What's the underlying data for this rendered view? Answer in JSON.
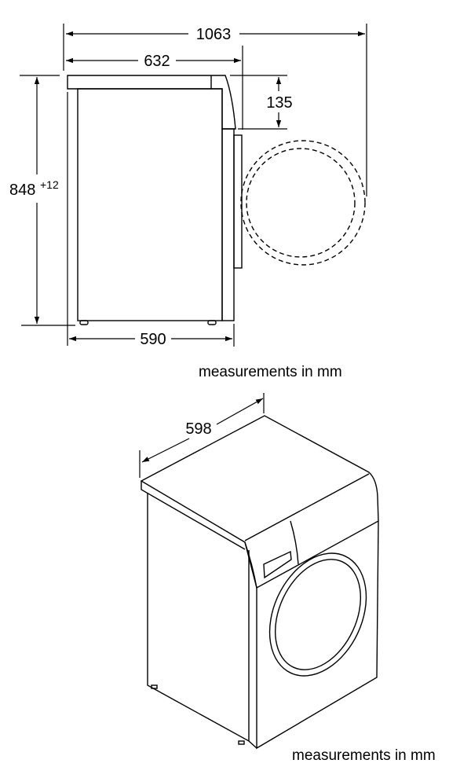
{
  "side_view": {
    "dims": {
      "overall_depth_door_open": "1063",
      "depth": "632",
      "height": "848",
      "height_tolerance": "+12",
      "top_overhang": "135",
      "body_depth": "590"
    },
    "caption": "measurements in mm"
  },
  "iso_view": {
    "dims": {
      "width": "598"
    },
    "caption": "measurements in mm"
  },
  "colors": {
    "line": "#000000",
    "background": "#ffffff"
  }
}
